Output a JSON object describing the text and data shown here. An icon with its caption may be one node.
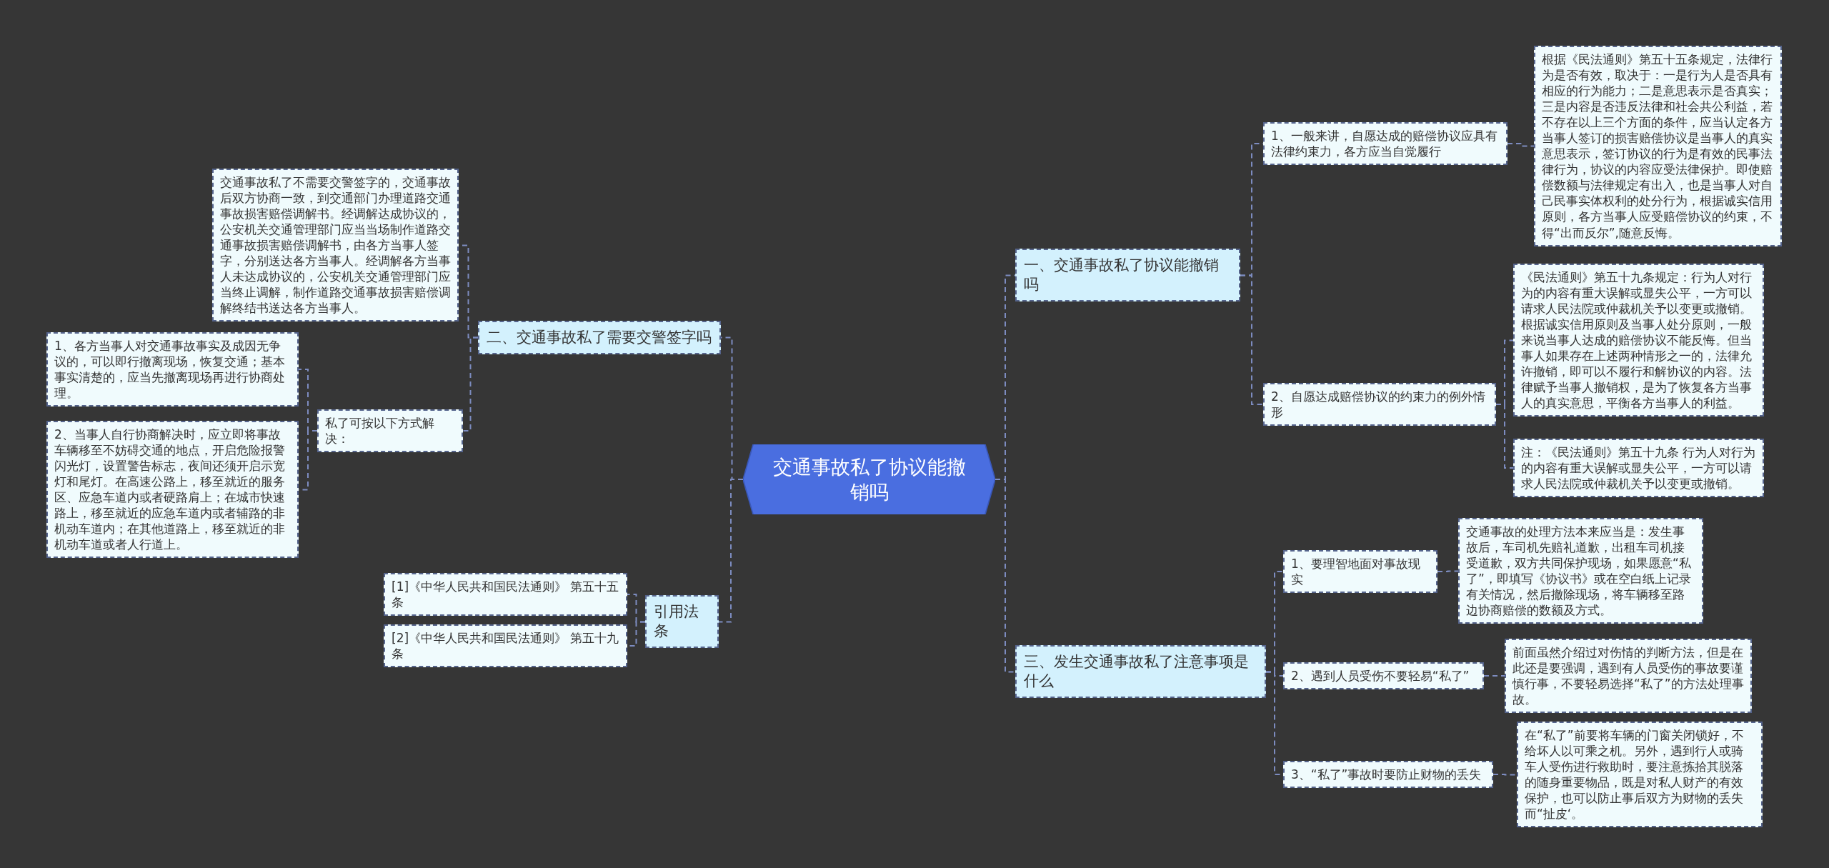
{
  "diagram": {
    "nodes": [
      {
        "text": [
          "交通事故私了协议能撤销吗"
        ]
      },
      {
        "text": [
          "一、交通事故私了协议能撤销吗"
        ]
      },
      {
        "text": [
          "1、一般来讲，自愿达成的赔偿协议应具有法律约束力，各方应当自觉履行"
        ]
      },
      {
        "text": [
          "根据《民法通则》第五十五条规定，法律行为是否有效，取决于：一是行为人是否具有相应的行为能力；二是意思表示是否真实；三是内容是否违反法律和社会共公利益，若不存在以上三个方面的条件，应当认定各方当事人签订的损害赔偿协议是当事人的真实意思表示，签订协议的行为是有效的民事法律行为，协议的内容应受法律保护。即使赔偿数额与法律规定有出入，也是当事人对自己民事实体权利的处分行为，根据诚实信用原则，各方当事人应受赔偿协议的约束，不得“出而反尔”,随意反悔。"
        ]
      },
      {
        "text": [
          "2、自愿达成赔偿协议的约束力的例外情形"
        ]
      },
      {
        "text": [
          "《民法通则》第五十九条规定：行为人对行为的内容有重大误解或显失公平，一方可以请求人民法院或仲裁机关予以变更或撤销。根据诚实信用原则及当事人处分原则，一般来说当事人达成的赔偿协议不能反悔。但当事人如果存在上述两种情形之一的，法律允许撤销，即可以不履行和解协议的内容。法律赋予当事人撤销权，是为了恢复各方当事人的真实意思，平衡各方当事人的利益。"
        ]
      },
      {
        "text": [
          "注：《民法通则》第五十九条 行为人对行为的内容有重大误解或显失公平，一方可以请求人民法院或仲裁机关予以变更或撤销。"
        ]
      },
      {
        "text": [
          "三、发生交通事故私了注意事项是什么"
        ]
      },
      {
        "text": [
          "1、要理智地面对事故现实"
        ]
      },
      {
        "text": [
          "交通事故的处理方法本来应当是：发生事故后，车司机先赔礼道歉，出租车司机接受道歉，双方共同保护现场，如果愿意“私了”，即填写《协议书》或在空白纸上记录有关情况，然后撤除现场，将车辆移至路边协商赔偿的数额及方式。"
        ]
      },
      {
        "text": [
          "2、遇到人员受伤不要轻易“私了”"
        ]
      },
      {
        "text": [
          "前面虽然介绍过对伤情的判断方法，但是在此还是要强调，遇到有人员受伤的事故要谨慎行事，不要轻易选择“私了”的方法处理事故。"
        ]
      },
      {
        "text": [
          "3、“私了”事故时要防止财物的丢失"
        ]
      },
      {
        "text": [
          "在“私了”前要将车辆的门窗关闭锁好，不给坏人以可乘之机。另外，遇到行人或骑车人受伤进行救助时，要注意拣拾其脱落的随身重要物品，既是对私人财产的有效保护，也可以防止事后双方为财物的丢失而“扯皮‘。"
        ]
      },
      {
        "text": [
          "二、交通事故私了需要交警签字吗"
        ]
      },
      {
        "text": [
          "交通事故私了不需要交警签字的，交通事故后双方协商一致，到交通部门办理道路交通事故损害赔偿调解书。经调解达成协议的，公安机关交通管理部门应当当场制作道路交通事故损害赔偿调解书，由各方当事人签字，分别送达各方当事人。经调解各方当事人未达成协议的，公安机关交通管理部门应当终止调解，制作道路交通事故损害赔偿调解终结书送达各方当事人。"
        ]
      },
      {
        "text": [
          "私了可按以下方式解决："
        ]
      },
      {
        "text": [
          "1、各方当事人对交通事故事实及成因无争议的，可以即行撤离现场，恢复交通；基本事实清楚的，应当先撤离现场再进行协商处理。"
        ]
      },
      {
        "text": [
          "2、当事人自行协商解决时，应立即将事故车辆移至不妨碍交通的地点，开启危险报警闪光灯，设置警告标志，夜间还须开启示宽灯和尾灯。在高速公路上，移至就近的服务区、应急车道内或者硬路肩上；在城市快速路上，移至就近的应急车道内或者辅路的非机动车道内；在其他道路上，移至就近的非机动车道或者人行道上。"
        ]
      },
      {
        "text": [
          "引用法条"
        ]
      },
      {
        "text": [
          "[1]《中华人民共和国民法通则》 第五十五条"
        ]
      },
      {
        "text": [
          "[2]《中华人民共和国民法通则》 第五十九条"
        ]
      }
    ],
    "edges": [
      {
        "from": 0,
        "to": 1,
        "arrow": "none"
      },
      {
        "from": 1,
        "to": 2,
        "arrow": "none"
      },
      {
        "from": 2,
        "to": 3,
        "arrow": "none"
      },
      {
        "from": 1,
        "to": 4,
        "arrow": "none"
      },
      {
        "from": 4,
        "to": 5,
        "arrow": "none"
      },
      {
        "from": 4,
        "to": 6,
        "arrow": "none"
      },
      {
        "from": 0,
        "to": 7,
        "arrow": "none"
      },
      {
        "from": 7,
        "to": 8,
        "arrow": "none"
      },
      {
        "from": 8,
        "to": 9,
        "arrow": "none"
      },
      {
        "from": 7,
        "to": 10,
        "arrow": "none"
      },
      {
        "from": 10,
        "to": 11,
        "arrow": "none"
      },
      {
        "from": 7,
        "to": 12,
        "arrow": "none"
      },
      {
        "from": 12,
        "to": 13,
        "arrow": "none"
      },
      {
        "from": 0,
        "to": 14,
        "arrow": "none"
      },
      {
        "from": 14,
        "to": 15,
        "arrow": "none"
      },
      {
        "from": 14,
        "to": 16,
        "arrow": "none"
      },
      {
        "from": 16,
        "to": 17,
        "arrow": "none"
      },
      {
        "from": 16,
        "to": 18,
        "arrow": "none"
      },
      {
        "from": 0,
        "to": 19,
        "arrow": "none"
      },
      {
        "from": 19,
        "to": 20,
        "arrow": "none"
      },
      {
        "from": 19,
        "to": 21,
        "arrow": "none"
      }
    ]
  }
}
